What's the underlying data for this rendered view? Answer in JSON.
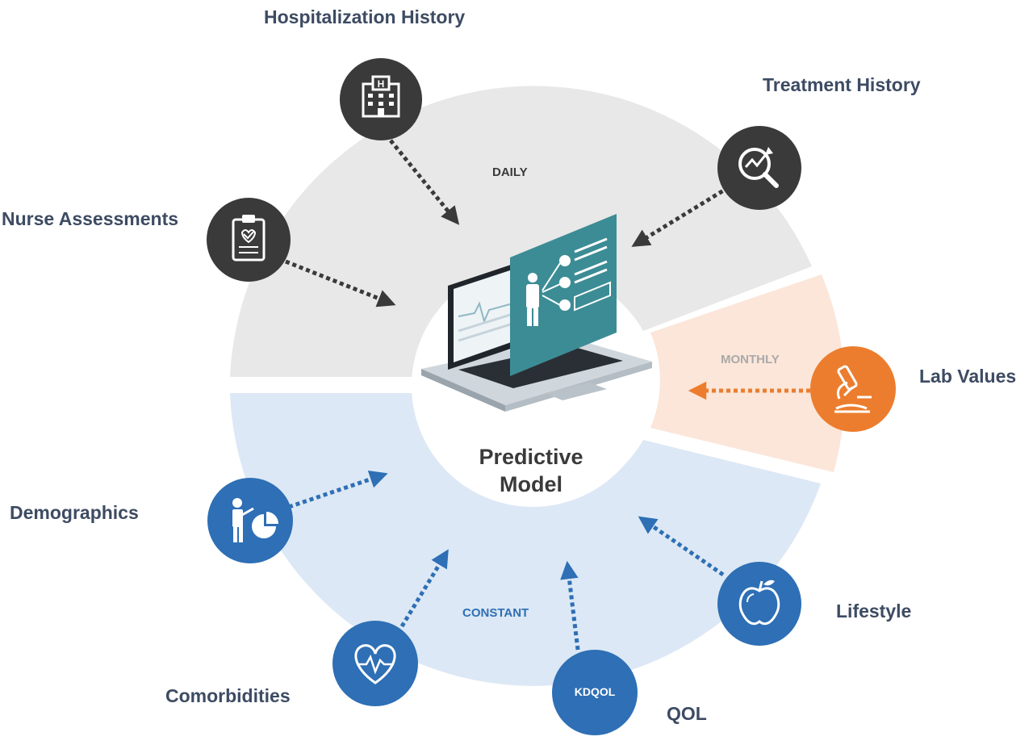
{
  "center": {
    "title_line1": "Predictive",
    "title_line2": "Model"
  },
  "bands": {
    "daily": "DAILY",
    "monthly": "MONTHLY",
    "constant": "CONSTANT"
  },
  "nodes": {
    "hospitalization_history": "Hospitalization History",
    "treatment_history": "Treatment History",
    "nurse_assessments": "Nurse Assessments",
    "lab_values": "Lab Values",
    "demographics": "Demographics",
    "lifestyle": "Lifestyle",
    "comorbidities": "Comorbidities",
    "qol": "QOL",
    "kdqol_badge": "KDQOL"
  },
  "icons": {
    "hospital": "hospital-icon",
    "treatment": "analytics-magnifier-icon",
    "nurse": "clipboard-check-icon",
    "lab": "microscope-icon",
    "demographics": "presenter-pie-chart-icon",
    "lifestyle": "apple-icon",
    "comorbidities": "heart-pulse-icon",
    "laptop": "laptop-dashboard-icon"
  },
  "colors": {
    "daily_band": "#e8e8e8",
    "monthly_band": "#fbe6d9",
    "constant_band": "#dce8f5",
    "dark_node": "#3a3a3a",
    "orange_node": "#ec7d2e",
    "blue_node": "#2e6fb5",
    "label_text": "#3d4b63"
  }
}
